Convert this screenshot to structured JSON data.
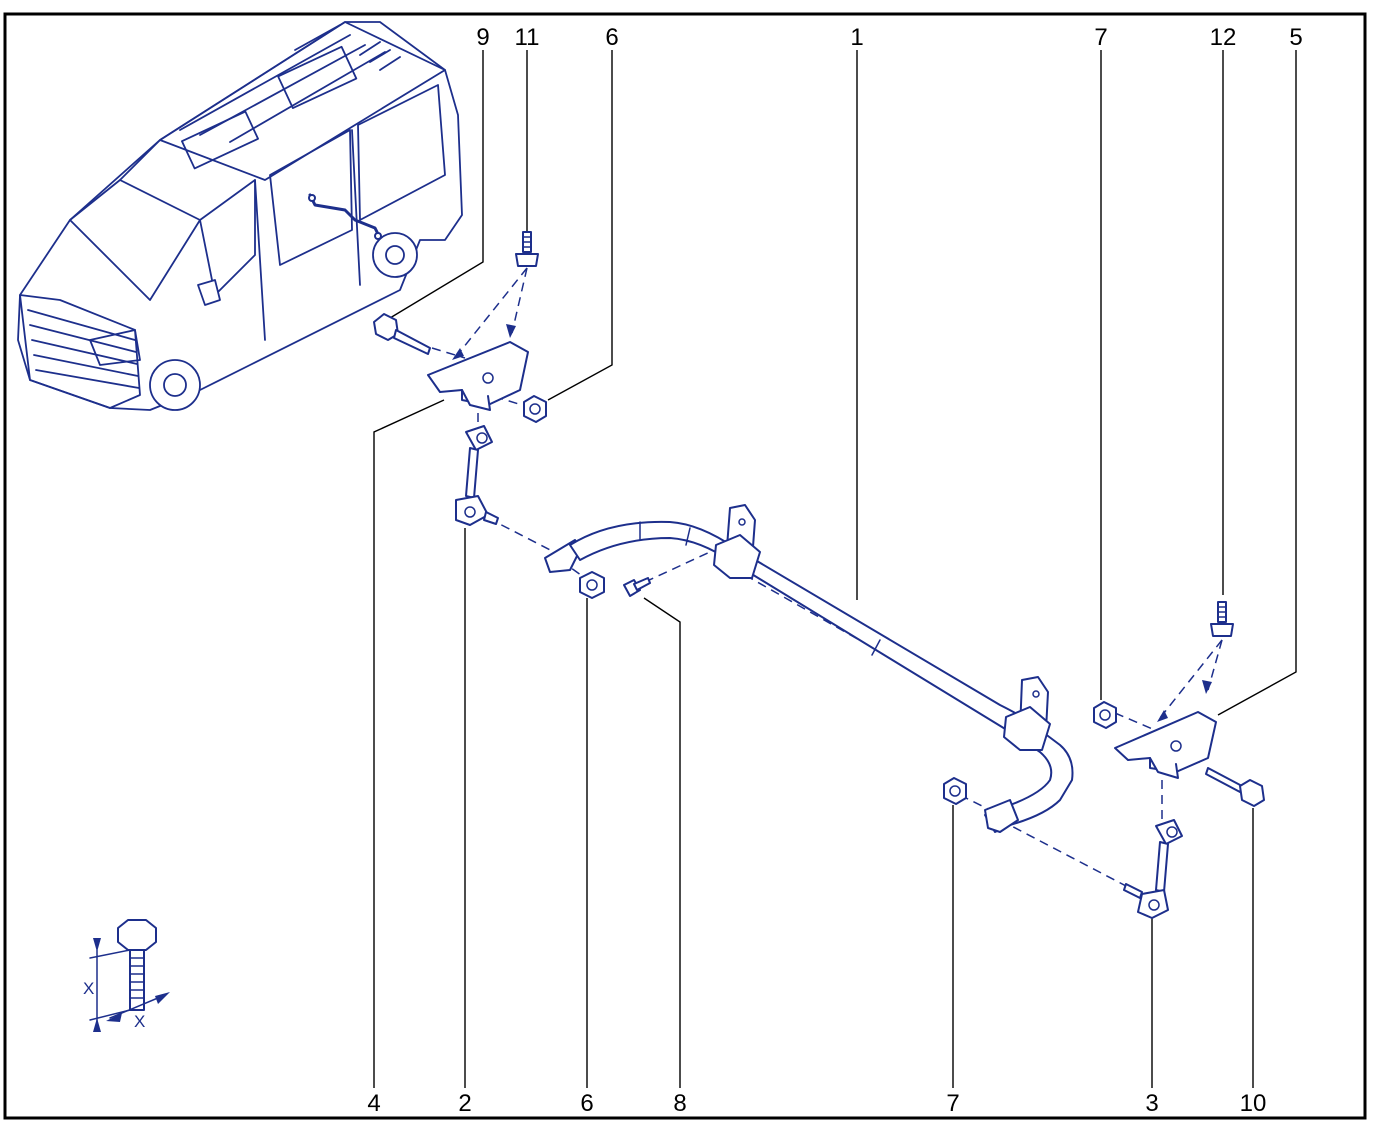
{
  "callouts_top": [
    {
      "id": "c9",
      "label": "9"
    },
    {
      "id": "c11",
      "label": "11"
    },
    {
      "id": "c6a",
      "label": "6"
    },
    {
      "id": "c1",
      "label": "1"
    },
    {
      "id": "c7a",
      "label": "7"
    },
    {
      "id": "c12",
      "label": "12"
    },
    {
      "id": "c5",
      "label": "5"
    }
  ],
  "callouts_bottom": [
    {
      "id": "c4",
      "label": "4"
    },
    {
      "id": "c2",
      "label": "2"
    },
    {
      "id": "c6b",
      "label": "6"
    },
    {
      "id": "c8",
      "label": "8"
    },
    {
      "id": "c7b",
      "label": "7"
    },
    {
      "id": "c3",
      "label": "3"
    },
    {
      "id": "c10",
      "label": "10"
    }
  ],
  "torque_symbol": {
    "x_label_vertical": "X",
    "x_label_horizontal": "X"
  },
  "colors": {
    "line_art": "#1d2f8c",
    "callouts": "#000000",
    "background": "#ffffff"
  }
}
